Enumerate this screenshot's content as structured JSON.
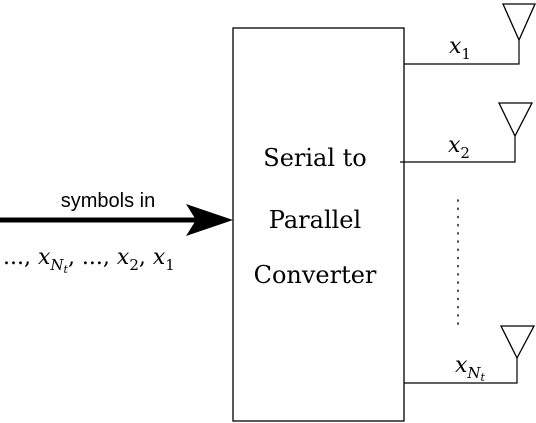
{
  "block": {
    "label_lines": [
      "Serial to",
      "Parallel",
      "Converter"
    ]
  },
  "input": {
    "caption": "symbols in",
    "sequence": {
      "prefix": "..., ",
      "first_symbol": "x",
      "first_sub_main": "N",
      "first_sub_sub": "t",
      "middle": ", ..., ",
      "second_symbol": "x",
      "second_sub": "2",
      "sep": ", ",
      "third_symbol": "x",
      "third_sub": "1"
    }
  },
  "outputs": [
    {
      "symbol": "x",
      "subscript": "1"
    },
    {
      "symbol": "x",
      "subscript": "2"
    },
    {
      "symbol": "x",
      "subscript_main": "N",
      "subscript_sub": "t"
    }
  ]
}
